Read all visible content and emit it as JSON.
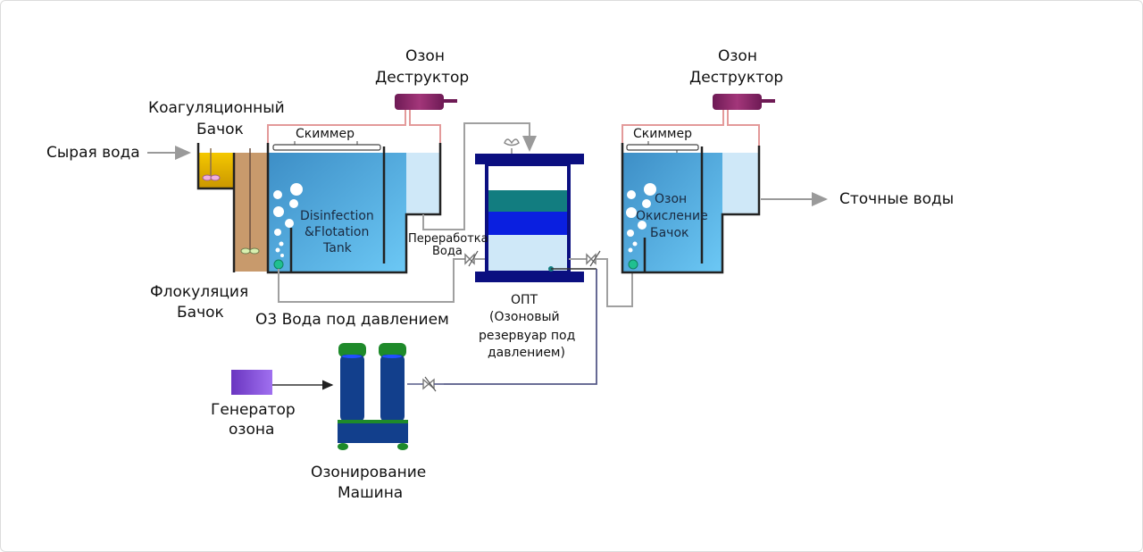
{
  "diagram": {
    "title": "Ozone flotation water treatment process",
    "colors": {
      "tank_water": "#4aa3d8",
      "overflow_water": "#cfe8f8",
      "coag_tank": "#e8b400",
      "floc_tank": "#c89a6c",
      "destructor": "#8a2a6a",
      "opt_frame": "#0b0f80",
      "opt_teal": "#127d80",
      "opt_blue": "#0a1fe0",
      "generator": "#8a55e0",
      "machine_body": "#123f8c",
      "machine_caps": "#1e8a2a",
      "pipe_gray": "#a0a0a0",
      "vent_pink": "#e39a9a"
    },
    "labels": {
      "raw_water": "Сырая вода",
      "coag_tank_line1": "Коагуляционный",
      "coag_tank_line2": "Бачок",
      "floc_tank_line1": "Флокуляция",
      "floc_tank_line2": "Бачок",
      "ozone_destructor1_line1": "Озон",
      "ozone_destructor1_line2": "Деструктор",
      "ozone_destructor2_line1": "Озон",
      "ozone_destructor2_line2": "Деструктор",
      "skimmer1": "Скиммер",
      "skimmer2": "Скиммер",
      "flotation_tank_line1": "Disinfection",
      "flotation_tank_line2": "&Flotation",
      "flotation_tank_line3": "Tank",
      "recycle_water_line1": "Переработка",
      "recycle_water_line2": "Вода",
      "o3_pressure_water": "O3 Вода под давлением",
      "opt_line1": "ОПТ",
      "opt_line2": "(Озоновый",
      "opt_line3": "резервуар под",
      "opt_line4": "давлением)",
      "oxidation_tank_line1": "Озон",
      "oxidation_tank_line2": "Окисление",
      "oxidation_tank_line3": "Бачок",
      "effluent": "Сточные воды",
      "generator_line1": "Генератор",
      "generator_line2": "озона",
      "machine_line1": "Озонирование",
      "machine_line2": "Машина"
    }
  }
}
